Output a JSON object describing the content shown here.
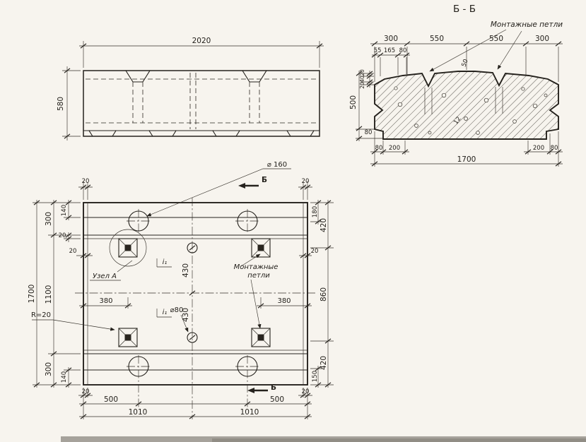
{
  "colors": {
    "paper": "#f7f4ee",
    "ink": "#25221d",
    "scan_bar": "#a6a29b"
  },
  "elevation": {
    "dim_length": "2020",
    "dim_height": "580"
  },
  "section": {
    "title": "Б - Б",
    "loops_label": "Монтажные петли",
    "top_chain": [
      "300",
      "550",
      "550",
      "300"
    ],
    "sub_chain": [
      "55",
      "165",
      "80"
    ],
    "dim_50": "50",
    "left_stack": [
      "20",
      "40",
      "20"
    ],
    "dim_500": "500",
    "dim_80_side": "80",
    "bottom_left": [
      "80",
      "200"
    ],
    "bottom_right": [
      "200",
      "80"
    ],
    "dim_total": "1700",
    "dim_12": "12"
  },
  "plan": {
    "top": {
      "dim_20_left": "20",
      "hole_label": "⌀ 160",
      "marker": "Б",
      "dim_20_right": "20"
    },
    "left": {
      "dim_140_top": "140",
      "dim_300_top": "300",
      "dim_20_a": "20",
      "dim_20_b": "20",
      "dim_1700": "1700",
      "dim_1100": "1100",
      "dim_300_bottom": "300",
      "dim_140_bottom": "140"
    },
    "right": {
      "dim_180": "180",
      "dim_420_top": "420",
      "dim_860": "860",
      "dim_420_bottom": "420",
      "dim_150": "150",
      "dim_20": "20"
    },
    "inner": {
      "dim_430_top": "430",
      "dim_430_bottom": "430",
      "dim_380_left": "380",
      "dim_380_right": "380",
      "hole_label": "⌀80",
      "radius_label": "R=20",
      "detail_label": "Узел А",
      "loops_line1": "Монтажные",
      "loops_line2": "петли",
      "slope_top": "i₁",
      "slope_bottom": "i₁"
    },
    "bottom": {
      "marker": "Б",
      "dim_20_left": "20",
      "dim_20_right": "20",
      "dim_500_left": "500",
      "dim_500_right": "500",
      "dim_1010_left": "1010",
      "dim_1010_right": "1010"
    }
  }
}
